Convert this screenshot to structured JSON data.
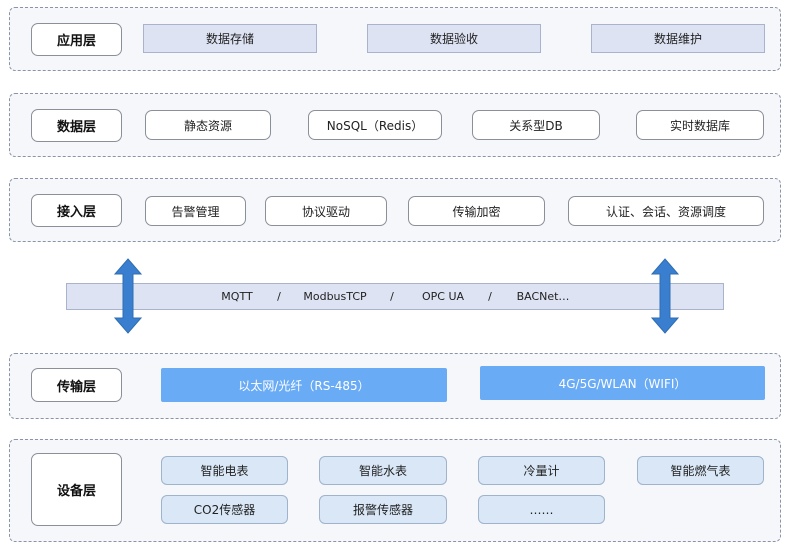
{
  "layers": {
    "app": {
      "label": "应用层",
      "items": [
        "数据存储",
        "数据验收",
        "数据维护"
      ]
    },
    "data": {
      "label": "数据层",
      "items": [
        "静态资源",
        "NoSQL（Redis）",
        "关系型DB",
        "实时数据库"
      ]
    },
    "access": {
      "label": "接入层",
      "items": [
        "告警管理",
        "协议驱动",
        "传输加密",
        "认证、会话、资源调度"
      ]
    },
    "transport": {
      "label": "传输层",
      "items": [
        "以太网/光纤（RS-485）",
        "4G/5G/WLAN（WIFI）"
      ]
    },
    "device": {
      "label": "设备层",
      "items": [
        "智能电表",
        "智能水表",
        "冷量计",
        "智能燃气表",
        "CO2传感器",
        "报警传感器",
        "……"
      ]
    }
  },
  "protocols": {
    "items": [
      "MQTT",
      "ModbusTCP",
      "OPC  UA",
      "BACNet…"
    ],
    "separator": "/"
  },
  "colors": {
    "arrow": "#3a7fcf",
    "transport_box": "#6aabf5",
    "device_box": "#d9e7f7",
    "bar": "#dde3f3"
  }
}
